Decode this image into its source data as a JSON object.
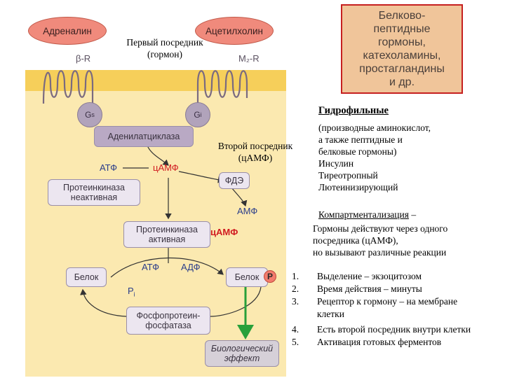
{
  "diagram": {
    "hormone_left": "Адреналин",
    "hormone_right": "Ацетилхолин",
    "first_messenger": [
      "Первый посредник",
      "(гормон)"
    ],
    "receptor_left": "β-R",
    "receptor_right": "M₂-R",
    "g_left": {
      "base": "G",
      "sub": "s"
    },
    "g_right": {
      "base": "G",
      "sub": "i"
    },
    "adenylate_cyclase": "Аденилатциклаза",
    "atp_top": "АТФ",
    "camp_top": "цАМФ",
    "second_messenger": [
      "Второй посредник",
      "(цАМФ)"
    ],
    "pde": "ФДЭ",
    "amp": "АМФ",
    "pk_inactive": [
      "Протеинкиназа",
      "неактивная"
    ],
    "pk_active": [
      "Протеинкиназа",
      "активная"
    ],
    "camp_mid": "цАМФ",
    "protein_left": "Белок",
    "protein_right": "Белок",
    "p_tag": "P",
    "atp_mid": "АТФ",
    "adp_mid": "АДФ",
    "pi": {
      "base": "P",
      "sub": "i"
    },
    "phosphatase": [
      "Фосфопротеин-",
      "фосфатаза"
    ],
    "bio_effect": [
      "Биологический",
      "эффект"
    ]
  },
  "category_box": {
    "lines": [
      "Белково-",
      "пептидные",
      "гормоны,",
      "катехоламины,",
      "простагландины",
      "и др."
    ]
  },
  "info": {
    "heading": "Гидрофильные",
    "examples": [
      "(производные аминокислот,",
      "а также пептидные и",
      "белковые гормоны)",
      "Инсулин",
      "Тиреотропный",
      "Лютеинизирующий"
    ],
    "compart_heading": "Компартментализация",
    "compart_dash": " –",
    "compart_lines": [
      "Гормоны действуют через одного",
      "посредника (цАМФ),",
      "но вызывают различные реакции"
    ],
    "list": [
      {
        "num": "1.",
        "text": "Выделение – экзоцитозом"
      },
      {
        "num": "2.",
        "text": "Время действия – минуты"
      },
      {
        "num": "3.",
        "text": "Рецептор к гормону – на мембране"
      },
      {
        "num": "",
        "text": "клетки"
      },
      {
        "num": "4.",
        "text": "Есть второй посредник внутри клетки"
      },
      {
        "num": "5.",
        "text": "Активация готовых ферментов"
      }
    ]
  },
  "colors": {
    "cell_bg": "#fbe9b0",
    "membrane": "#f6cf5a",
    "hormone": "#f08a7c",
    "enzyme_box": "#b9a9c4",
    "light_box": "#ece6f0",
    "category_bg": "#f0c59a",
    "category_border": "#c62020",
    "red_text": "#d01a20",
    "blue_text": "#2a3d8a",
    "arrow_green": "#28a03a",
    "bio_box": "#d6d0d8"
  }
}
